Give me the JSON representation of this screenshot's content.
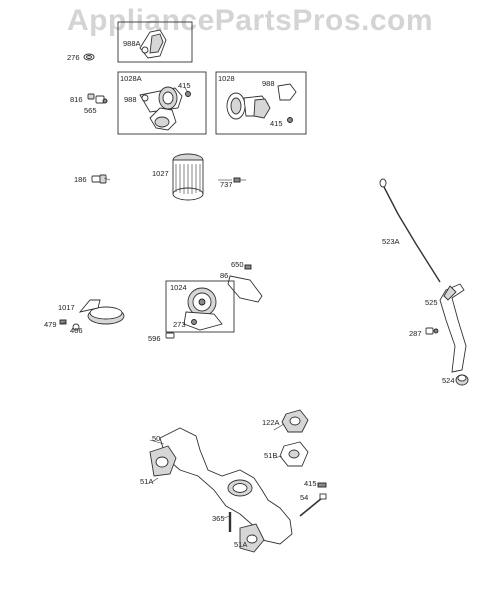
{
  "watermark": "AppliancePartsPros.com",
  "callouts": {
    "c276": "276",
    "c988A": "988A",
    "c1028A": "1028A",
    "c415_a": "415",
    "c988_a": "988",
    "c816": "816",
    "c565": "565",
    "c1028": "1028",
    "c988_b": "988",
    "c415_b": "415",
    "c186": "186",
    "c1027": "1027",
    "c737": "737",
    "c523A": "523A",
    "c650": "650",
    "c86": "86",
    "c1024": "1024",
    "c1017": "1017",
    "c479": "479",
    "c466": "466",
    "c273": "273",
    "c596": "596",
    "c525": "525",
    "c287": "287",
    "c524": "524",
    "c122A": "122A",
    "c50": "50",
    "c51B": "51B",
    "c51A_a": "51A",
    "c415_c": "415",
    "c54": "54",
    "c365": "365",
    "c51A_b": "51A"
  }
}
